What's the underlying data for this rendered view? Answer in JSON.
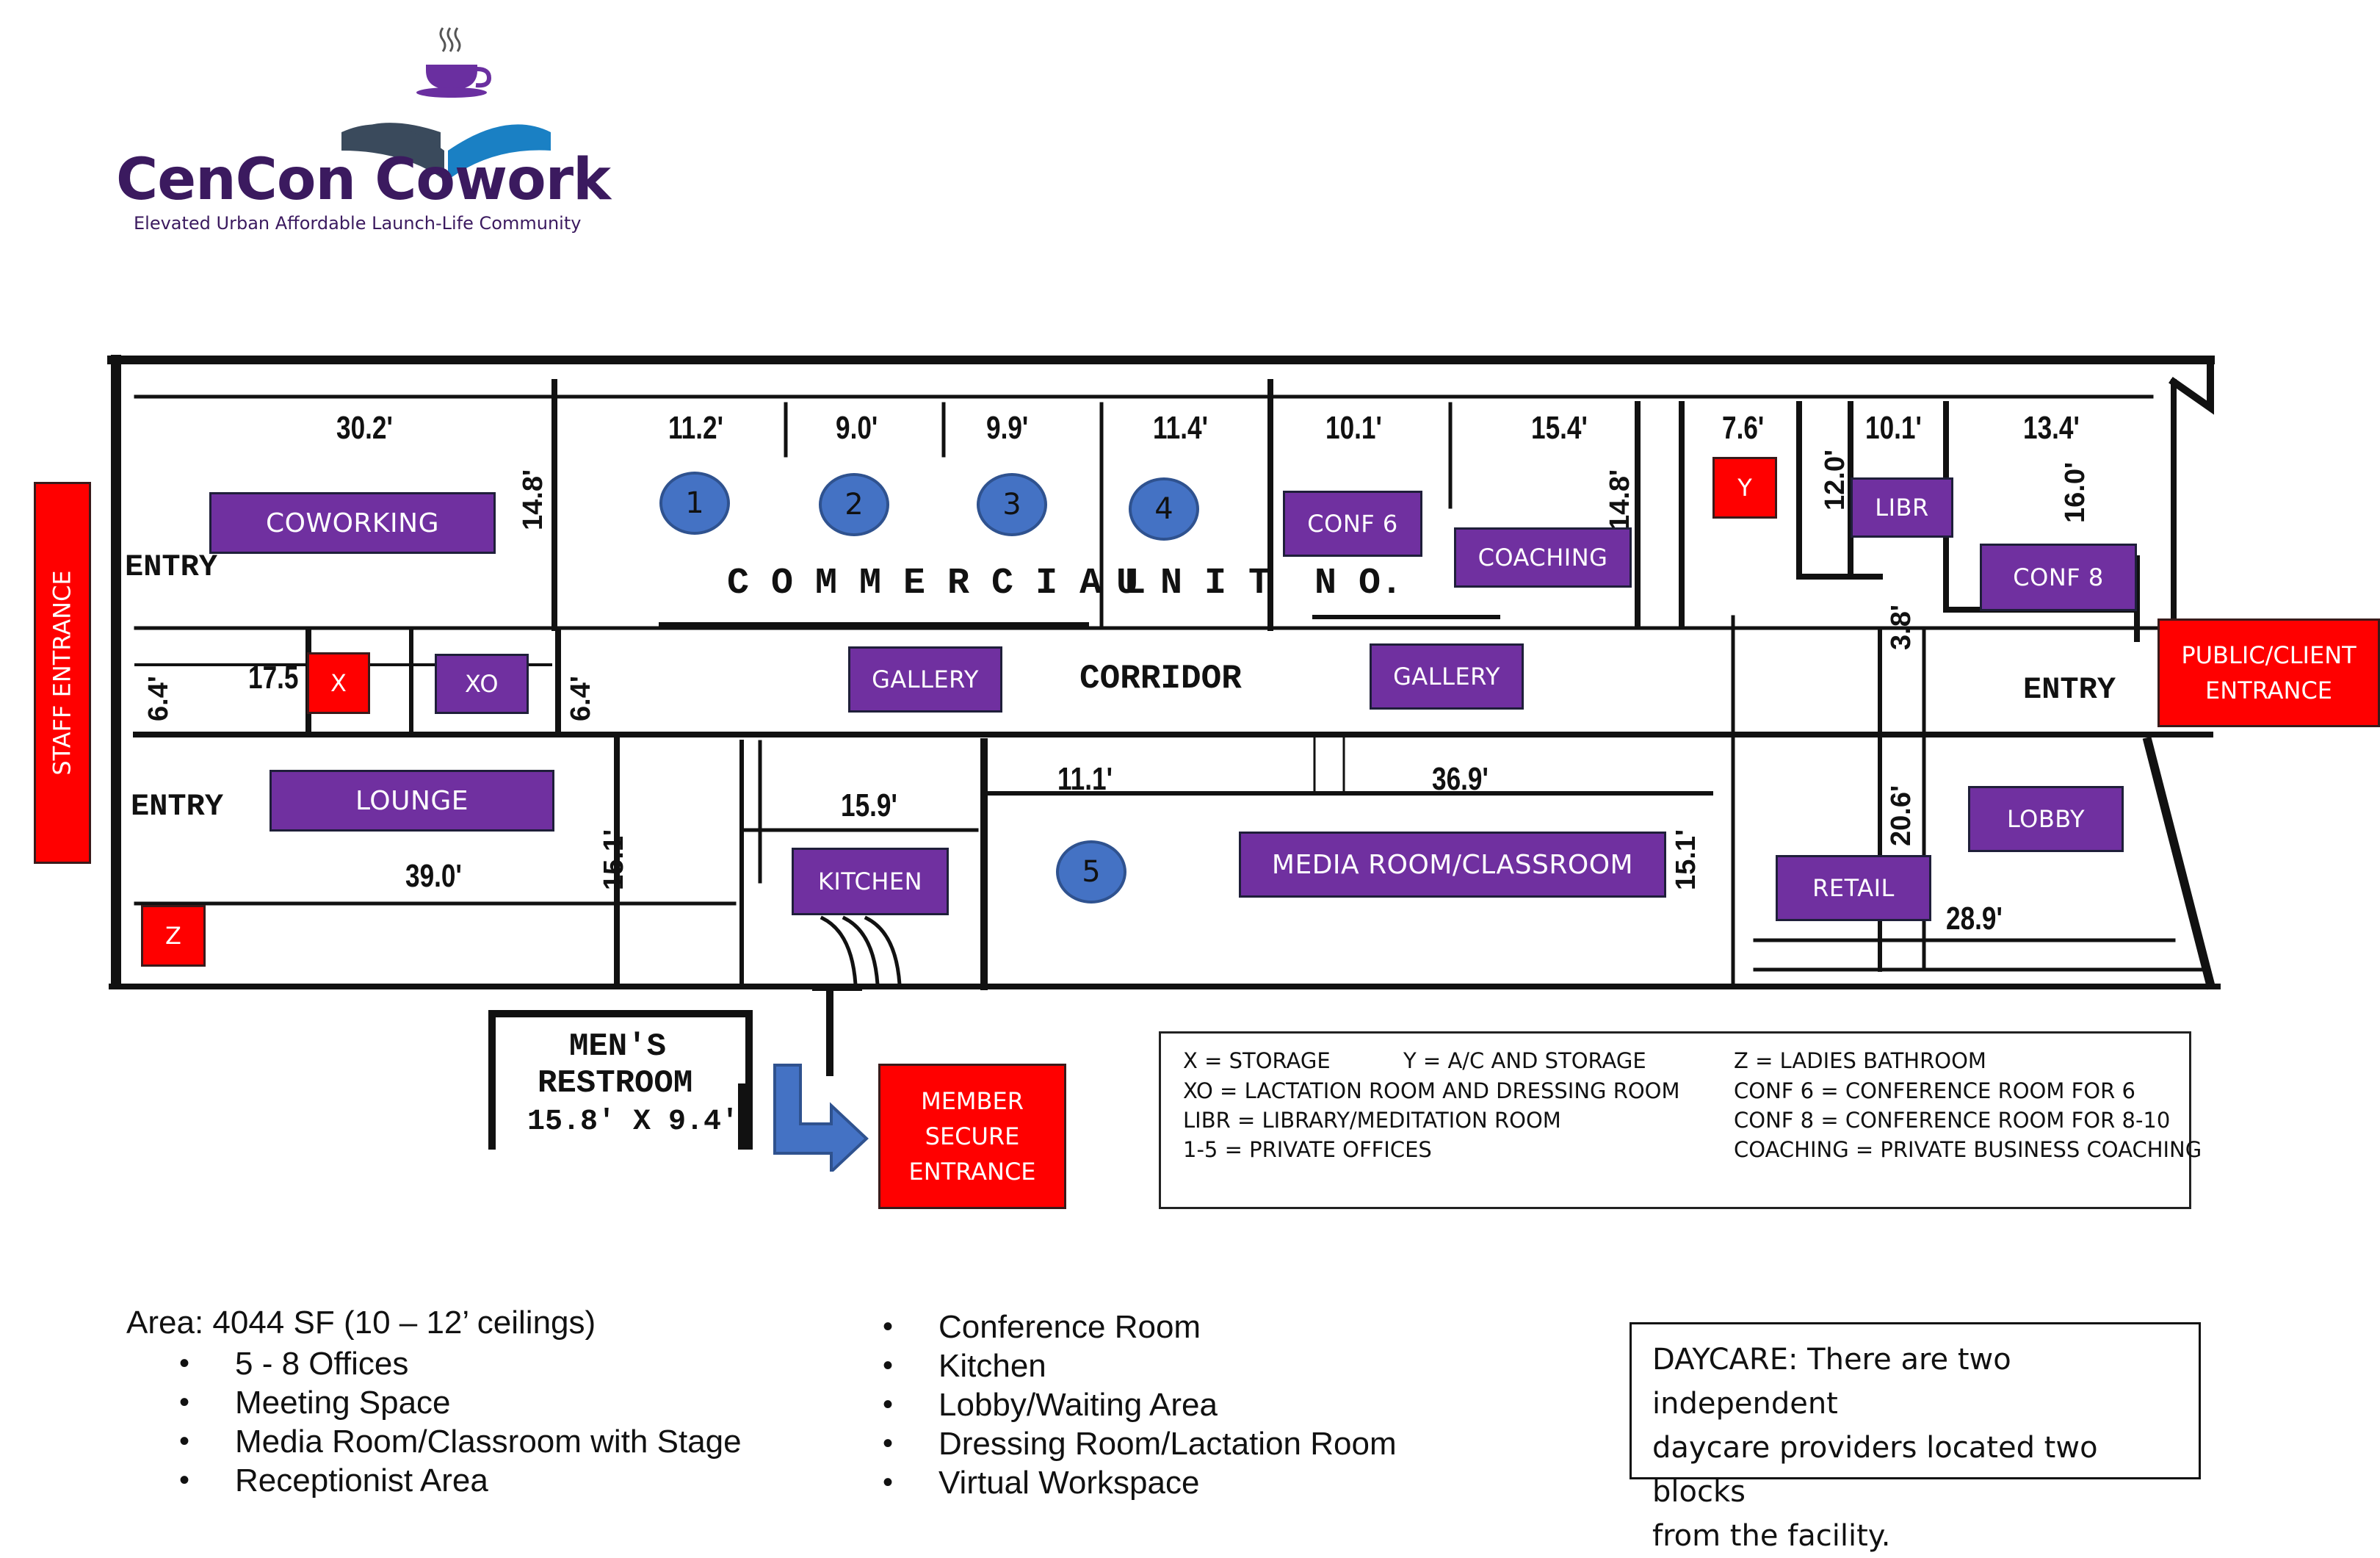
{
  "logo": {
    "name": "CenCon Cowork",
    "tagline": "Elevated Urban Affordable Launch-Life Community",
    "colors": {
      "purple": "#3b1a5f",
      "dark_wing": "#3a4a5c",
      "blue_wing": "#1a80c4",
      "cup": "#6a2fa0"
    }
  },
  "plan": {
    "colors": {
      "room": "#7030a0",
      "utility": "#ff0000",
      "office": "#4472c4"
    },
    "rooms": {
      "coworking": "COWORKING",
      "lounge": "LOUNGE",
      "xo": "XO",
      "gallery_left": "GALLERY",
      "gallery_right": "GALLERY",
      "kitchen": "KITCHEN",
      "media": "MEDIA ROOM/CLASSROOM",
      "conf6": "CONF 6",
      "coaching": "COACHING",
      "libr": "LIBR",
      "conf8": "CONF 8",
      "lobby": "LOBBY",
      "retail": "RETAIL"
    },
    "utility": {
      "x": "X",
      "y": "Y",
      "z": "Z"
    },
    "offices": [
      "1",
      "2",
      "3",
      "4",
      "5"
    ],
    "entrances": {
      "staff": "STAFF ENTRANCE",
      "public": [
        "PUBLIC/CLIENT",
        "ENTRANCE"
      ],
      "member": [
        "MEMBER",
        "SECURE",
        "ENTRANCE"
      ]
    },
    "labels": {
      "entry_top": "ENTRY",
      "entry_mid": "ENTRY",
      "entry_right": "ENTRY",
      "commercial": "C O M M E R C I A L",
      "unit": "U N I T",
      "no": "N O.",
      "corridor": "CORRIDOR",
      "mens_restroom": "MEN'S",
      "restroom": "RESTROOM",
      "restroom_dim": "15.8' X 9.4'"
    },
    "dims": {
      "d30_2": "30.2'",
      "d11_2": "11.2'",
      "d9_0": "9.0'",
      "d9_9": "9.9'",
      "d11_4": "11.4'",
      "d10_1a": "10.1'",
      "d15_4": "15.4'",
      "d7_6": "7.6'",
      "d10_1b": "10.1'",
      "d13_4": "13.4'",
      "d17_5": "17.5",
      "d15_9": "15.9'",
      "d11_1": "11.1'",
      "d36_9": "36.9'",
      "d39_0": "39.0'",
      "d28_9": "28.9'",
      "v14_8a": "14.8'",
      "v14_8b": "14.8'",
      "v12_0": "12.0'",
      "v16_0": "16.0'",
      "v3_8": "3.8'",
      "v6_4a": "6.4'",
      "v6_4b": "6.4'",
      "v15_1a": "15.1'",
      "v15_1b": "15.1'",
      "v20_6": "20.6'"
    }
  },
  "legend": {
    "x": "X = STORAGE",
    "y": "Y = A/C AND STORAGE",
    "z": "Z = LADIES BATHROOM",
    "xo": "XO = LACTATION ROOM AND DRESSING ROOM",
    "conf6": "CONF 6 = CONFERENCE ROOM FOR 6",
    "libr": "LIBR = LIBRARY/MEDITATION ROOM",
    "conf8": "CONF 8 = CONFERENCE ROOM FOR 8-10",
    "offices": "1-5 = PRIVATE OFFICES",
    "coaching": "COACHING = PRIVATE BUSINESS COACHING"
  },
  "features": {
    "area": "Area: 4044 SF (10 – 12’ ceilings)",
    "left": [
      "5 - 8 Offices",
      "Meeting Space",
      "Media Room/Classroom with Stage",
      "Receptionist Area"
    ],
    "right": [
      "Conference Room",
      "Kitchen",
      "Lobby/Waiting Area",
      "Dressing Room/Lactation Room",
      "Virtual Workspace"
    ]
  },
  "daycare": {
    "lines": [
      "DAYCARE: There are two independent",
      "daycare providers located two blocks",
      "from the facility."
    ]
  }
}
